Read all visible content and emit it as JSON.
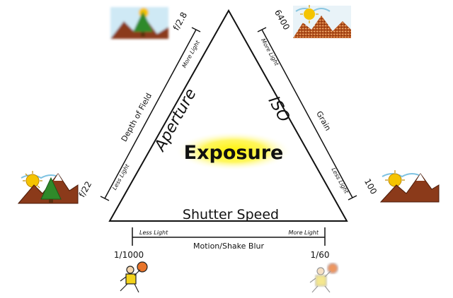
{
  "center_title": "Exposure",
  "sides": {
    "aperture": "Aperture",
    "iso": "ISO",
    "shutter": "Shutter Speed"
  },
  "aperture_scale": {
    "axis_label": "Depth of Field",
    "more_light": "More Light",
    "less_light": "Less Light",
    "min_value": "f/2.8",
    "max_value": "f/22"
  },
  "iso_scale": {
    "axis_label": "Grain",
    "more_light": "More Light",
    "less_light": "Less Light",
    "high_value": "6400",
    "low_value": "100"
  },
  "shutter_scale": {
    "axis_label": "Motion/Shake Blur",
    "less_light": "Less Light",
    "more_light": "More Light",
    "fast_value": "1/1000",
    "slow_value": "1/60"
  },
  "colors": {
    "highlight": "#fff200",
    "mountain": "#8b3a1a",
    "tree": "#2f8a2a",
    "sun": "#f5c400",
    "sky": "#bfe3f5"
  },
  "icons": [
    "sun-mountain-tree-icon",
    "grainy-mountain-icon",
    "basketball-player-icon"
  ]
}
